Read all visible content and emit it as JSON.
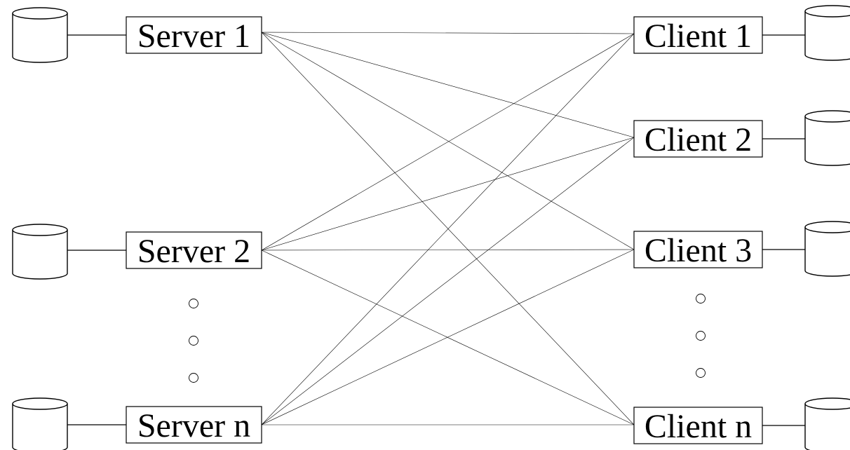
{
  "servers": [
    {
      "id": "server-1",
      "label": "Server 1"
    },
    {
      "id": "server-2",
      "label": "Server 2"
    },
    {
      "id": "server-n",
      "label": "Server n"
    }
  ],
  "clients": [
    {
      "id": "client-1",
      "label": "Client 1"
    },
    {
      "id": "client-2",
      "label": "Client 2"
    },
    {
      "id": "client-3",
      "label": "Client 3"
    },
    {
      "id": "client-n",
      "label": "Client n"
    }
  ],
  "connections": [
    [
      "server-1",
      "client-1"
    ],
    [
      "server-1",
      "client-2"
    ],
    [
      "server-1",
      "client-3"
    ],
    [
      "server-1",
      "client-n"
    ],
    [
      "server-2",
      "client-1"
    ],
    [
      "server-2",
      "client-2"
    ],
    [
      "server-2",
      "client-3"
    ],
    [
      "server-2",
      "client-n"
    ],
    [
      "server-n",
      "client-1"
    ],
    [
      "server-n",
      "client-2"
    ],
    [
      "server-n",
      "client-3"
    ],
    [
      "server-n",
      "client-n"
    ]
  ],
  "ellipses": [
    {
      "between": [
        "server-2",
        "server-n"
      ],
      "count": 3
    },
    {
      "between": [
        "client-3",
        "client-n"
      ],
      "count": 3
    }
  ],
  "colors": {
    "stroke": "#000000",
    "background": "#ffffff"
  }
}
